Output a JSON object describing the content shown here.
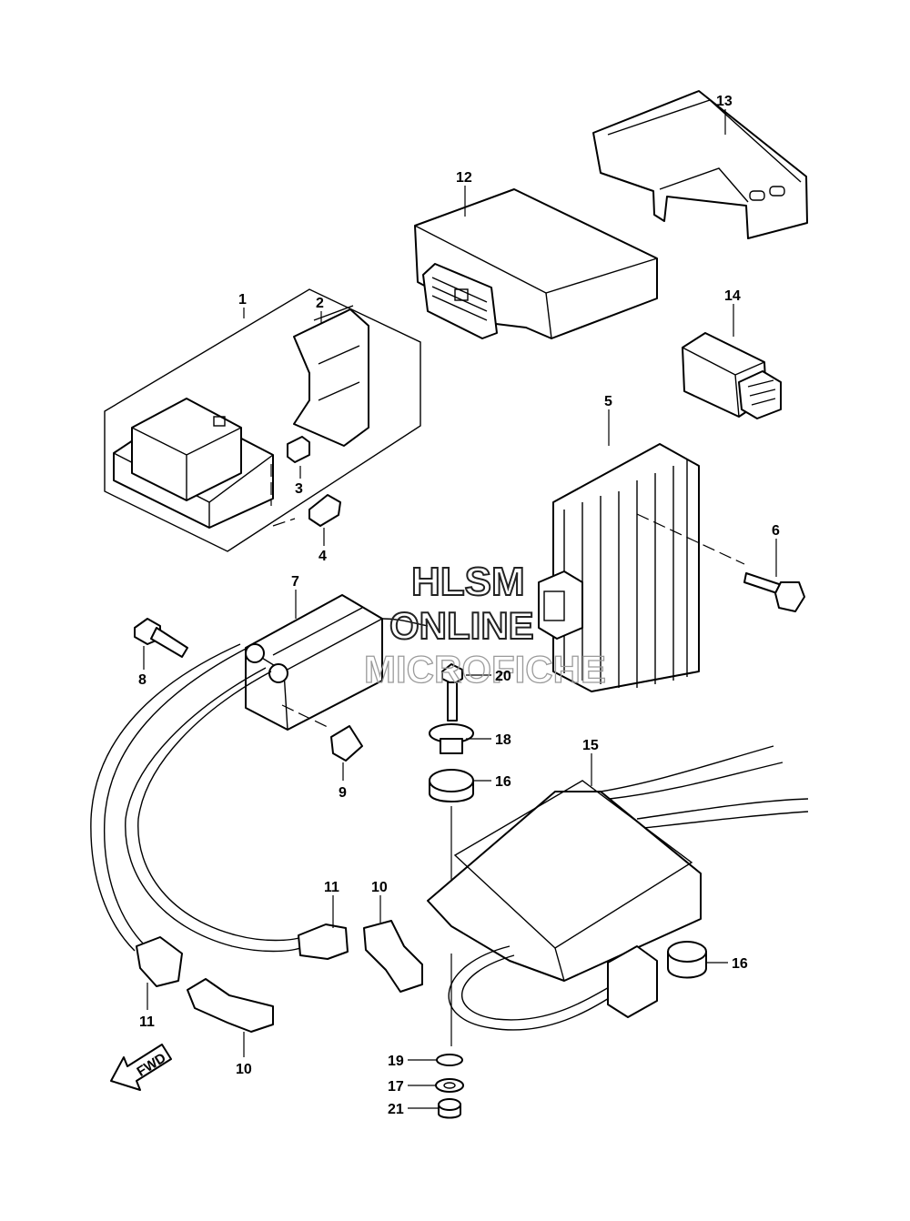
{
  "watermark": {
    "line1": "HLSM",
    "line2": "ONLINE",
    "line3": "MICROFICHE"
  },
  "direction_label": "FWD",
  "callouts": {
    "c1": "1",
    "c2": "2",
    "c3": "3",
    "c4": "4",
    "c5": "5",
    "c6": "6",
    "c7": "7",
    "c8": "8",
    "c9": "9",
    "c10a": "10",
    "c10b": "10",
    "c11a": "11",
    "c11b": "11",
    "c12": "12",
    "c13": "13",
    "c14": "14",
    "c15": "15",
    "c16a": "16",
    "c16b": "16",
    "c17": "17",
    "c18": "18",
    "c19": "19",
    "c20": "20",
    "c21": "21"
  }
}
